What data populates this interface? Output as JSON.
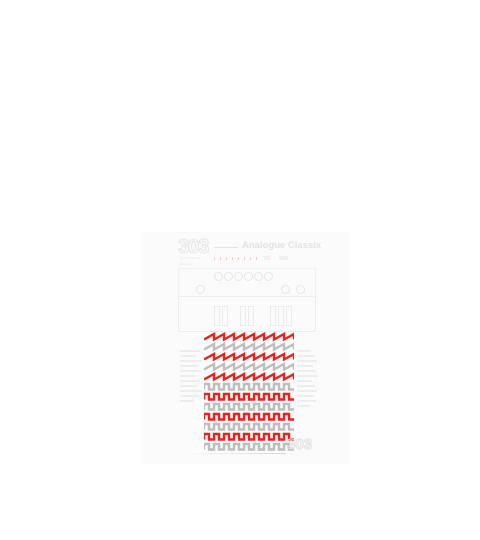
{
  "cover": {
    "brand_number": "303",
    "title": "Analogue Classix",
    "subtitle_line1": "Roland TB-303",
    "subtitle_line2": "Bass Line",
    "display_digits_a": "88",
    "display_digits_b": "888",
    "badge_number": "303"
  },
  "artwork": {
    "accent_color": "#e8231d",
    "secondary_color": "#bdbdbd",
    "rows": [
      {
        "wave": "sawtooth",
        "color": "red"
      },
      {
        "wave": "sawtooth",
        "color": "grey"
      },
      {
        "wave": "sawtooth",
        "color": "red"
      },
      {
        "wave": "sawtooth",
        "color": "grey"
      },
      {
        "wave": "sawtooth",
        "color": "red"
      },
      {
        "wave": "square",
        "color": "grey"
      },
      {
        "wave": "square",
        "color": "red"
      },
      {
        "wave": "square",
        "color": "grey"
      },
      {
        "wave": "square",
        "color": "red"
      },
      {
        "wave": "square",
        "color": "grey"
      },
      {
        "wave": "square",
        "color": "red"
      },
      {
        "wave": "square",
        "color": "grey"
      }
    ]
  }
}
